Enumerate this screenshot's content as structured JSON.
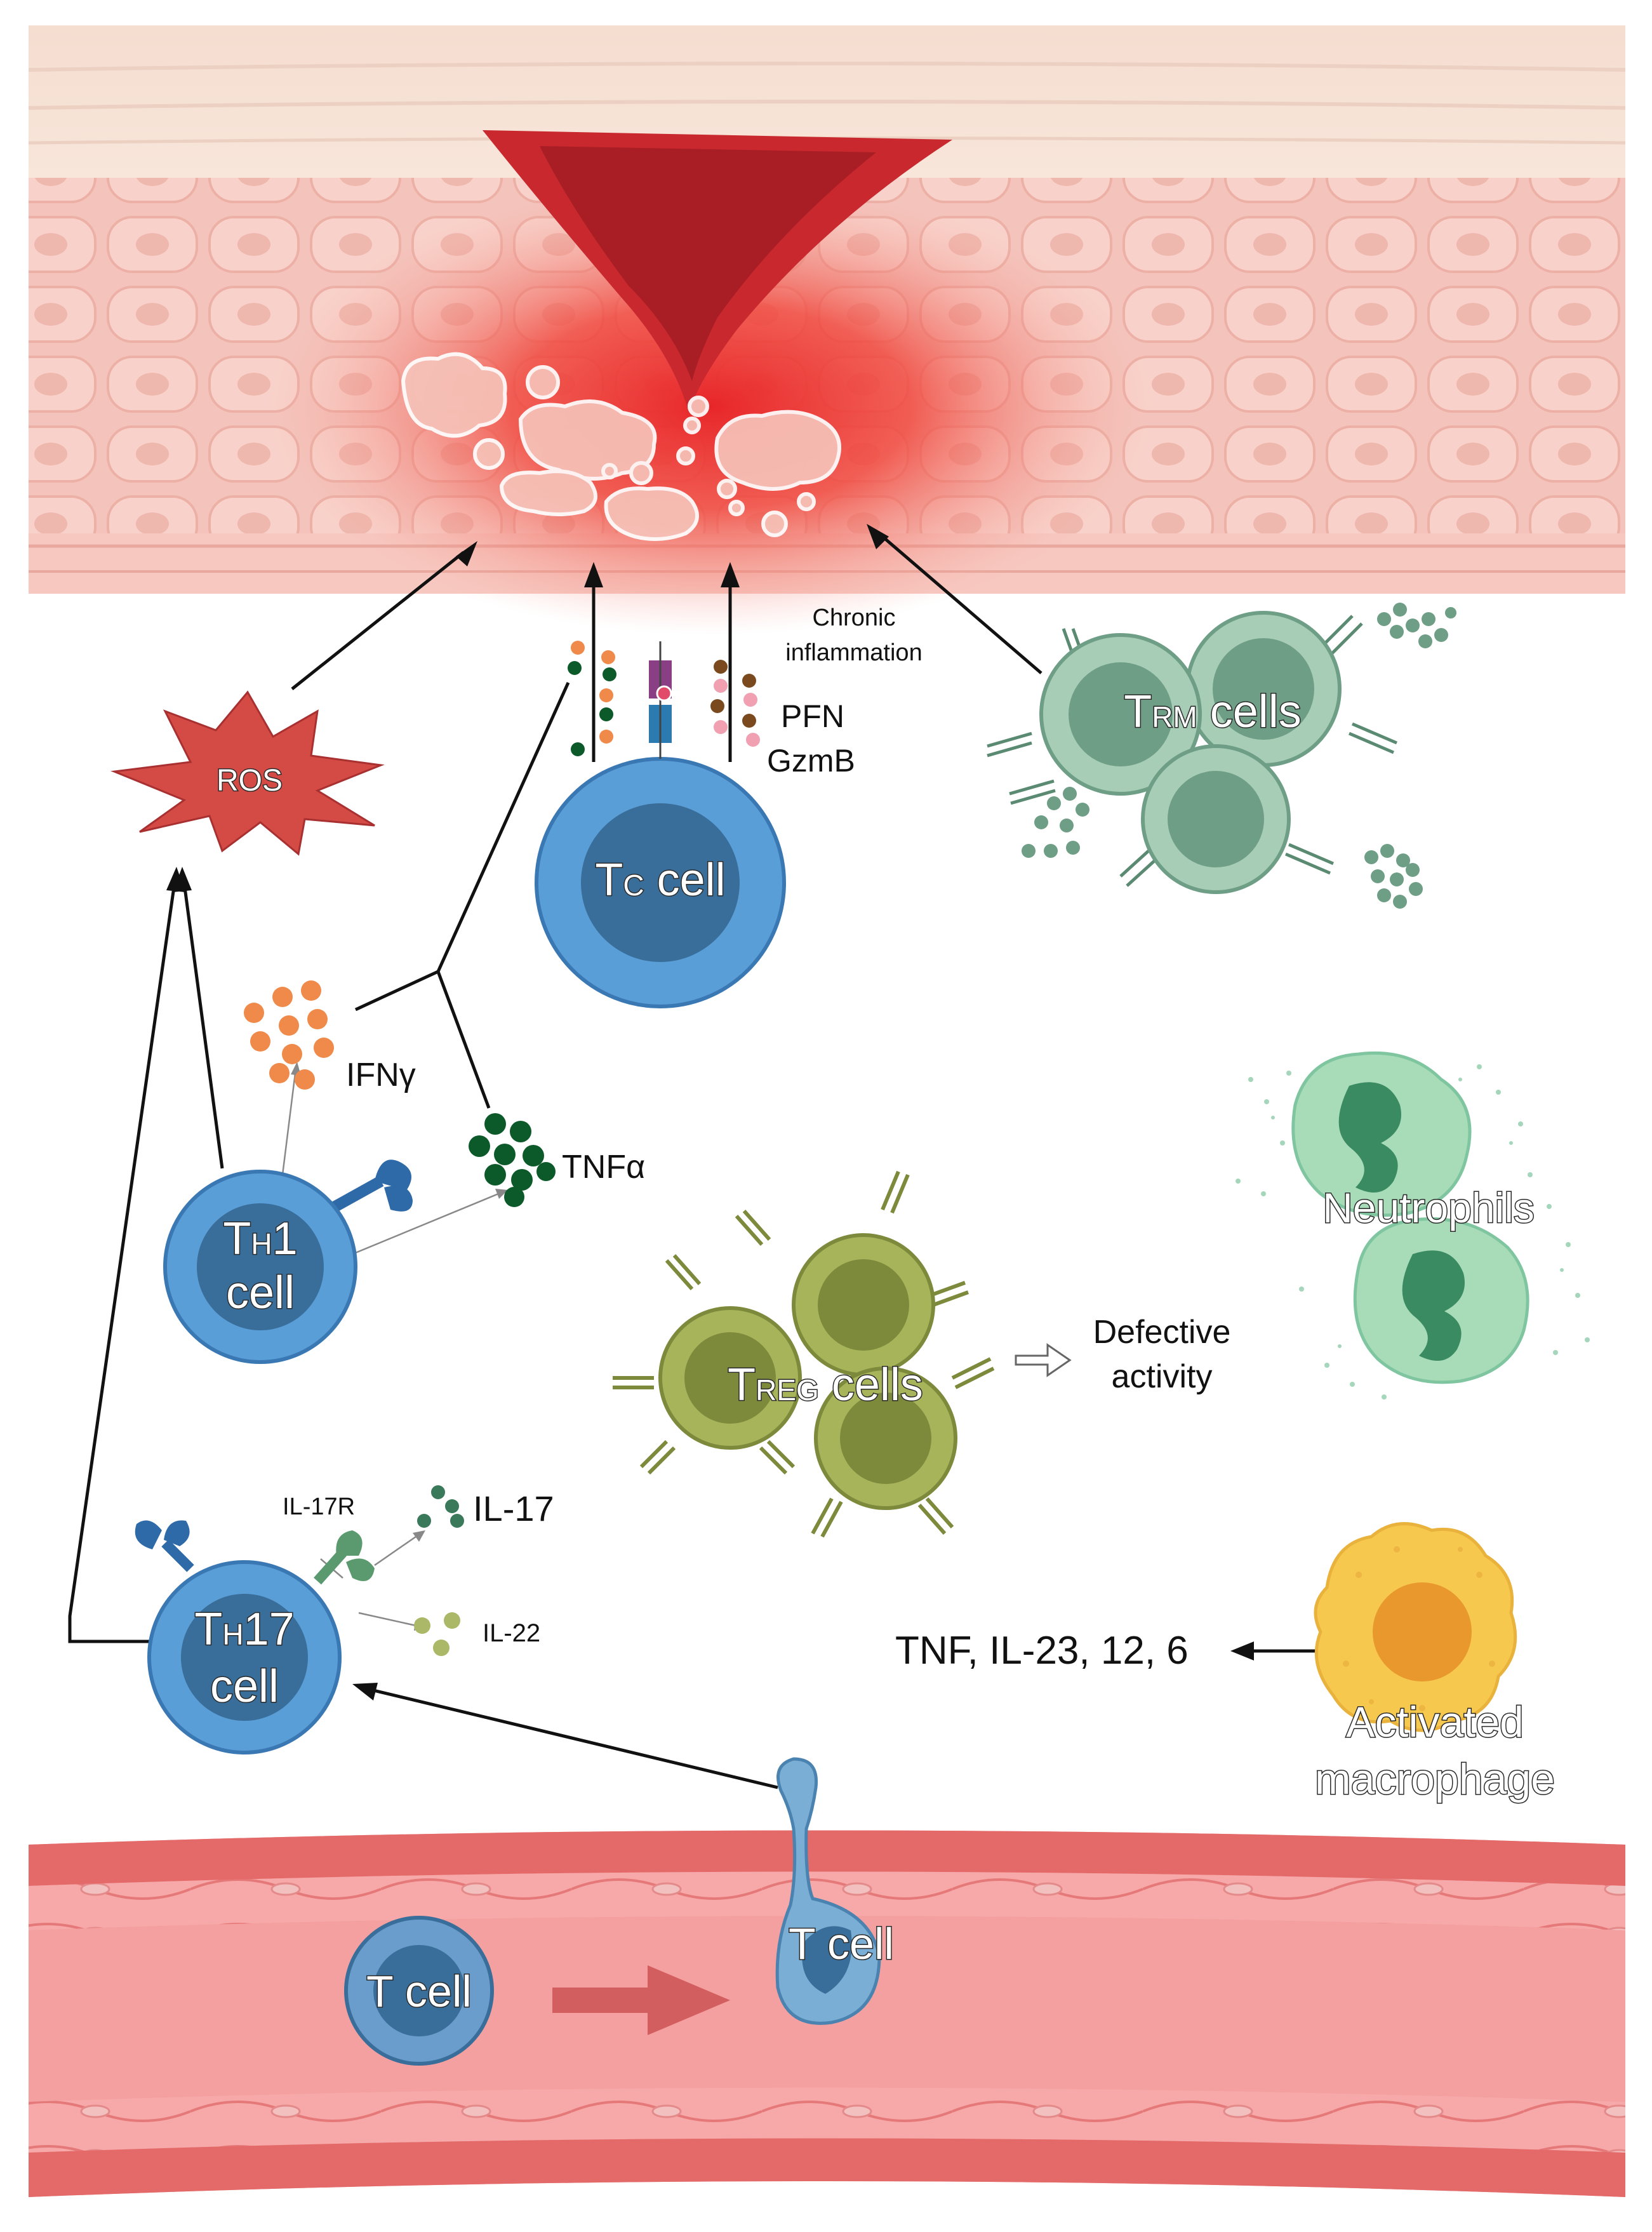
{
  "labels": {
    "ros": "ROS",
    "chronic_line1": "Chronic",
    "chronic_line2": "inflammation",
    "pfn": "PFN",
    "gzmb": "GzmB",
    "tc_main": "T",
    "tc_sub": "C",
    "tc_rest": " cell",
    "trm_main": "T",
    "trm_sub": "RM",
    "trm_rest": " cells",
    "ifny": "IFNγ",
    "tnfa": "TNFα",
    "th1_main": "T",
    "th1_sub": "H",
    "th1_rest": "1",
    "th1_line2": "cell",
    "neutrophils": "Neutrophils",
    "treg_main": "T",
    "treg_sub": "REG",
    "treg_rest": " cells",
    "defective_line1": "Defective",
    "defective_line2": "activity",
    "il17r": "IL-17R",
    "il17": "IL-17",
    "il22": "IL-22",
    "th17_main": "T",
    "th17_sub": "H",
    "th17_rest": "17",
    "th17_line2": "cell",
    "cytokines": "TNF, IL-23, 12, 6",
    "macrophage_line1": "Activated",
    "macrophage_line2": "macrophage",
    "tcell_vessel": "T cell",
    "tcell_extravasating": "T cell"
  },
  "colors": {
    "tcell_blue": "#5a9ed8",
    "tcell_nucleus": "#3a6e9a",
    "trm_green": "#a8cdb6",
    "trm_nucleus": "#6e9e86",
    "treg_olive": "#a8b45a",
    "treg_nucleus": "#7d8a3c",
    "neutrophil": "#a8dcb8",
    "macrophage": "#f6c94e",
    "macrophage_nucleus": "#e8982c",
    "ifny_orange": "#f08a4a",
    "tnfa_green": "#0c5a2a",
    "ros_red": "#d44a44",
    "vessel": "#e87a7a",
    "wound": "#c8282e"
  }
}
